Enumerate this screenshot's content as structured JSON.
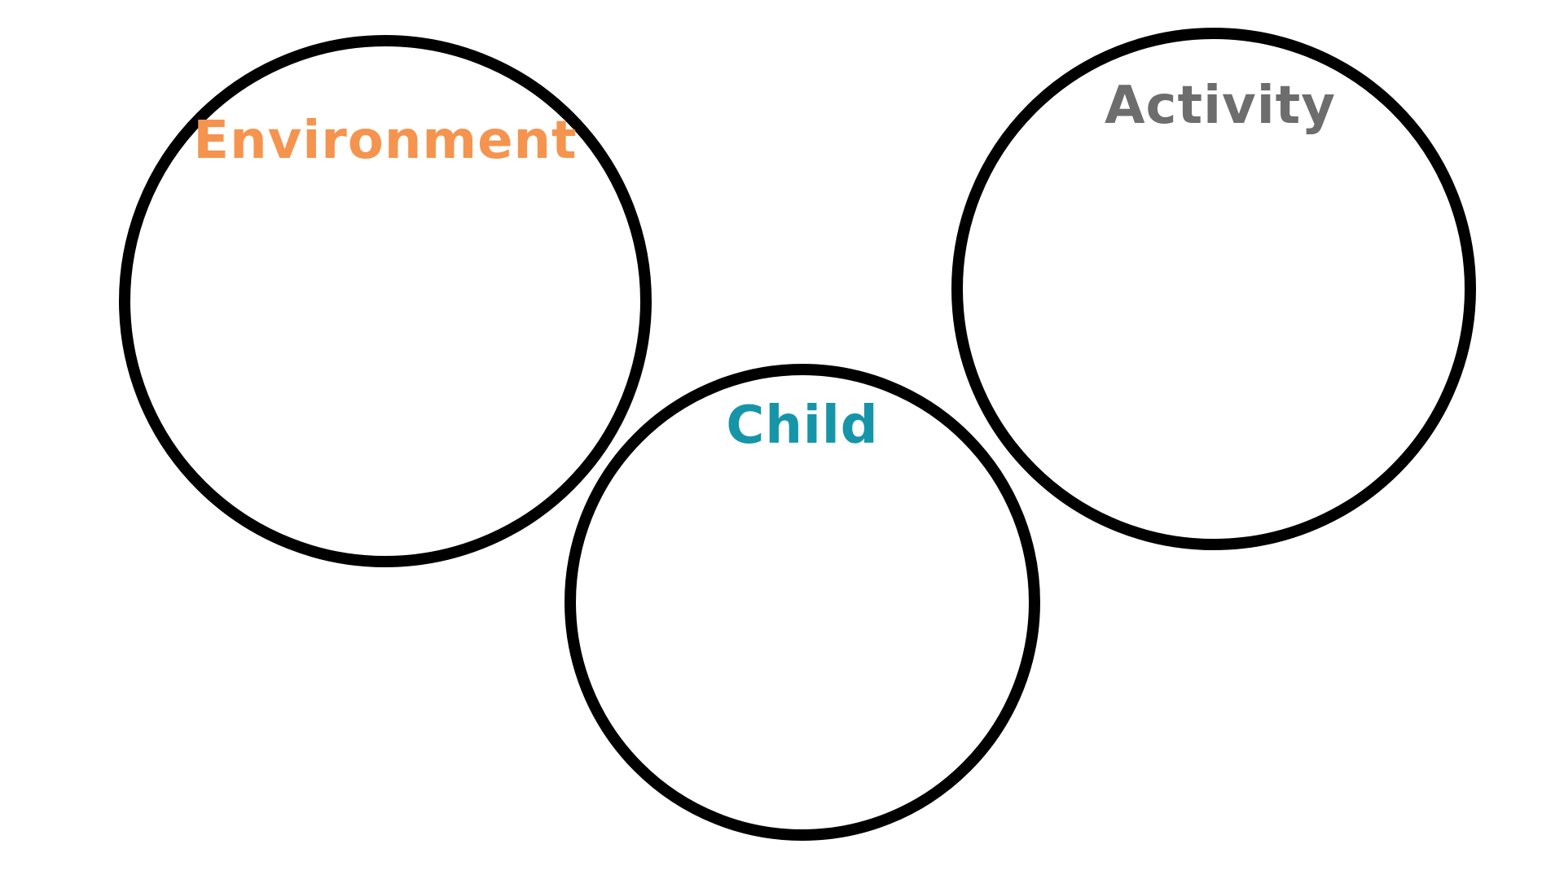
{
  "diagram": {
    "environment": {
      "label": "Environment",
      "color": "#f5944e"
    },
    "child": {
      "label": "Child",
      "color": "#1695a9"
    },
    "activity": {
      "label": "Activity",
      "color": "#6d6d6d"
    },
    "circle_stroke_color": "#000000",
    "background_color": "#ffffff"
  }
}
